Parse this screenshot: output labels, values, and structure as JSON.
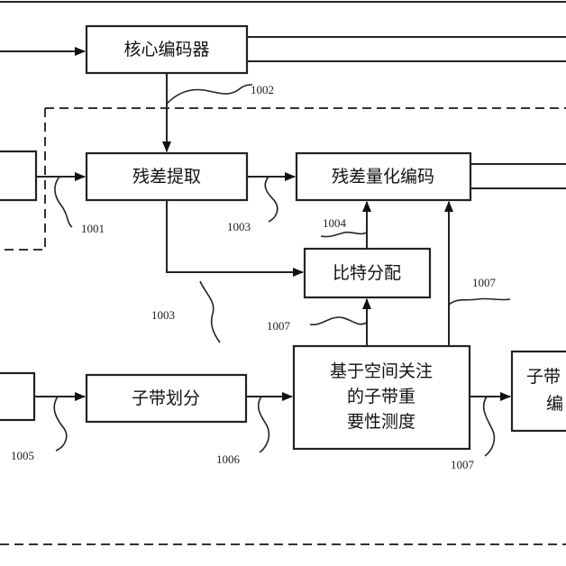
{
  "diagram": {
    "blocks": {
      "core_encoder": "核心编码器",
      "residual_extract": "残差提取",
      "residual_quant": "残差量化编码",
      "bit_alloc": "比特分配",
      "subband_split": "子带划分",
      "importance_line1": "基于空间关注",
      "importance_line2": "的子带重",
      "importance_line3": "要性测度",
      "right_partial_line1": "子带",
      "right_partial_line2": "编"
    },
    "refs": {
      "r1001": "1001",
      "r1002": "1002",
      "r1003a": "1003",
      "r1003b": "1003",
      "r1004": "1004",
      "r1005": "1005",
      "r1006": "1006",
      "r1007a": "1007",
      "r1007b": "1007",
      "r1007c": "1007"
    }
  }
}
